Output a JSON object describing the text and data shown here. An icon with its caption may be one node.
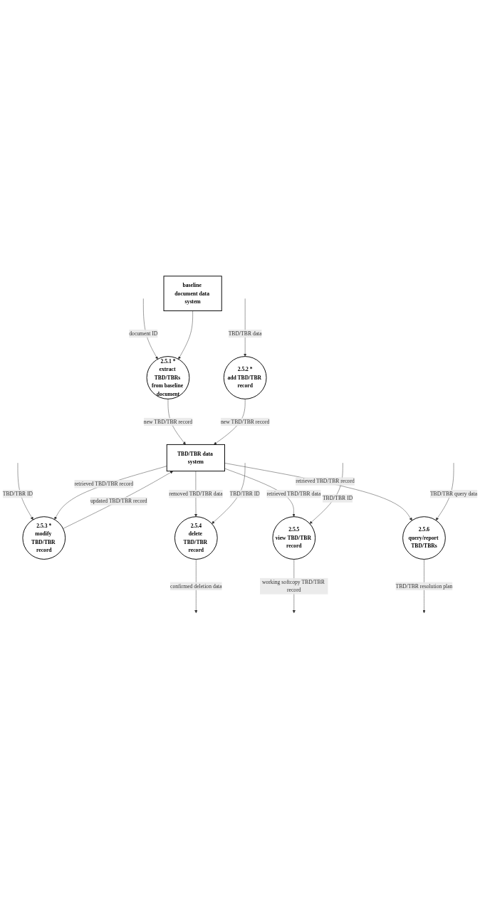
{
  "diagram": {
    "nodes": [
      {
        "text": [
          "2.5.1 *",
          "extract TBD/TBRs from baseline document"
        ]
      },
      {
        "text": [
          "baseline document data system"
        ]
      },
      {
        "text": [
          "2.5.2 *",
          "add TBD/TBR record"
        ]
      },
      {
        "text": [
          "2.5.3 *",
          "modify TBD/TBR record"
        ]
      },
      {
        "text": [
          "TBD/TBR data system"
        ]
      },
      {
        "text": [
          "2.5.4",
          "delete TBD/TBR record"
        ]
      },
      {
        "text": [
          "2.5.5",
          "view TBD/TBR record"
        ]
      },
      {
        "text": [
          "2.5.6",
          "query/report TBD/TBRs"
        ]
      }
    ],
    "edges": [
      {
        "from": null,
        "to": 0,
        "arrow": "to",
        "label": "document ID"
      },
      {
        "from": 1,
        "to": 0,
        "arrow": "to"
      },
      {
        "from": 0,
        "to": 4,
        "arrow": "to",
        "label": "new TBD/TBR record"
      },
      {
        "from": null,
        "to": 2,
        "arrow": "to",
        "label": "TBD/TBR data"
      },
      {
        "from": 2,
        "to": 4,
        "arrow": "to",
        "label": "new TBD/TBR record"
      },
      {
        "from": null,
        "to": 3,
        "arrow": "to",
        "label": "TBD/TBR ID"
      },
      {
        "from": 3,
        "to": 4,
        "arrow": "to",
        "label": "updated TBD/TBR record"
      },
      {
        "from": 4,
        "to": 3,
        "arrow": "to",
        "label": "retrieved TBD/TBR record"
      },
      {
        "from": 4,
        "to": 5,
        "arrow": "to",
        "label": "removed TBD/TBR data"
      },
      {
        "from": null,
        "to": 5,
        "arrow": "to",
        "label": "TBD/TBR ID"
      },
      {
        "from": 5,
        "to": null,
        "arrow": "to",
        "label": "confirmed deletion data"
      },
      {
        "from": 4,
        "to": 6,
        "arrow": "to",
        "label": "retrieved TBD/TBR data"
      },
      {
        "from": null,
        "to": 6,
        "arrow": "to",
        "label": "TBD/TBR ID"
      },
      {
        "from": 6,
        "to": null,
        "arrow": "to",
        "label": "working softcopy TBD/TBR record"
      },
      {
        "from": 4,
        "to": 7,
        "arrow": "to",
        "label": "retrieved TBD/TBR record"
      },
      {
        "from": null,
        "to": 7,
        "arrow": "to",
        "label": "TBD/TBR query data"
      },
      {
        "from": 7,
        "to": null,
        "arrow": "to",
        "label": "TBD/TBR resolution plan"
      }
    ]
  }
}
